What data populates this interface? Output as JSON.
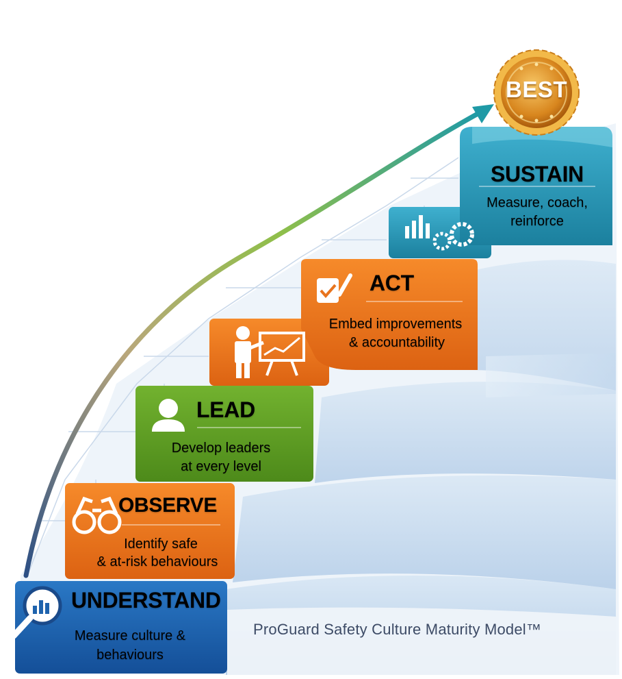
{
  "badge": {
    "label": "BEST"
  },
  "steps": [
    {
      "title": "UNDERSTAND",
      "subtitle_1": "Measure culture &",
      "subtitle_2": "behaviours",
      "color": "#1f63ad",
      "icon": "magnifier-chart-icon"
    },
    {
      "title": "OBSERVE",
      "subtitle_1": "Identify safe",
      "subtitle_2": "& at-risk behaviours",
      "color": "#e8741e",
      "icon": "binoculars-icon"
    },
    {
      "title": "LEAD",
      "subtitle_1": "Develop leaders",
      "subtitle_2": "at every level",
      "color": "#5a9a22",
      "icon": "person-icon"
    },
    {
      "title": "",
      "subtitle_1": "",
      "subtitle_2": "",
      "color": "#ea6e1a",
      "icon": "presenter-chart-icon"
    },
    {
      "title": "ACT",
      "subtitle_1": "Embed improvements",
      "subtitle_2": "& accountability",
      "color": "#e86f1a",
      "icon": "checklist-pen-icon"
    },
    {
      "title": "",
      "subtitle_1": "",
      "subtitle_2": "",
      "color": "#1d94b8",
      "icon": "chart-gears-icon"
    },
    {
      "title": "SUSTAIN",
      "subtitle_1": "Measure, coach,",
      "subtitle_2": "reinforce",
      "color": "#2a9bb8",
      "icon": ""
    }
  ],
  "footer": {
    "label": "ProGuard Safety Culture Maturity Model™"
  }
}
